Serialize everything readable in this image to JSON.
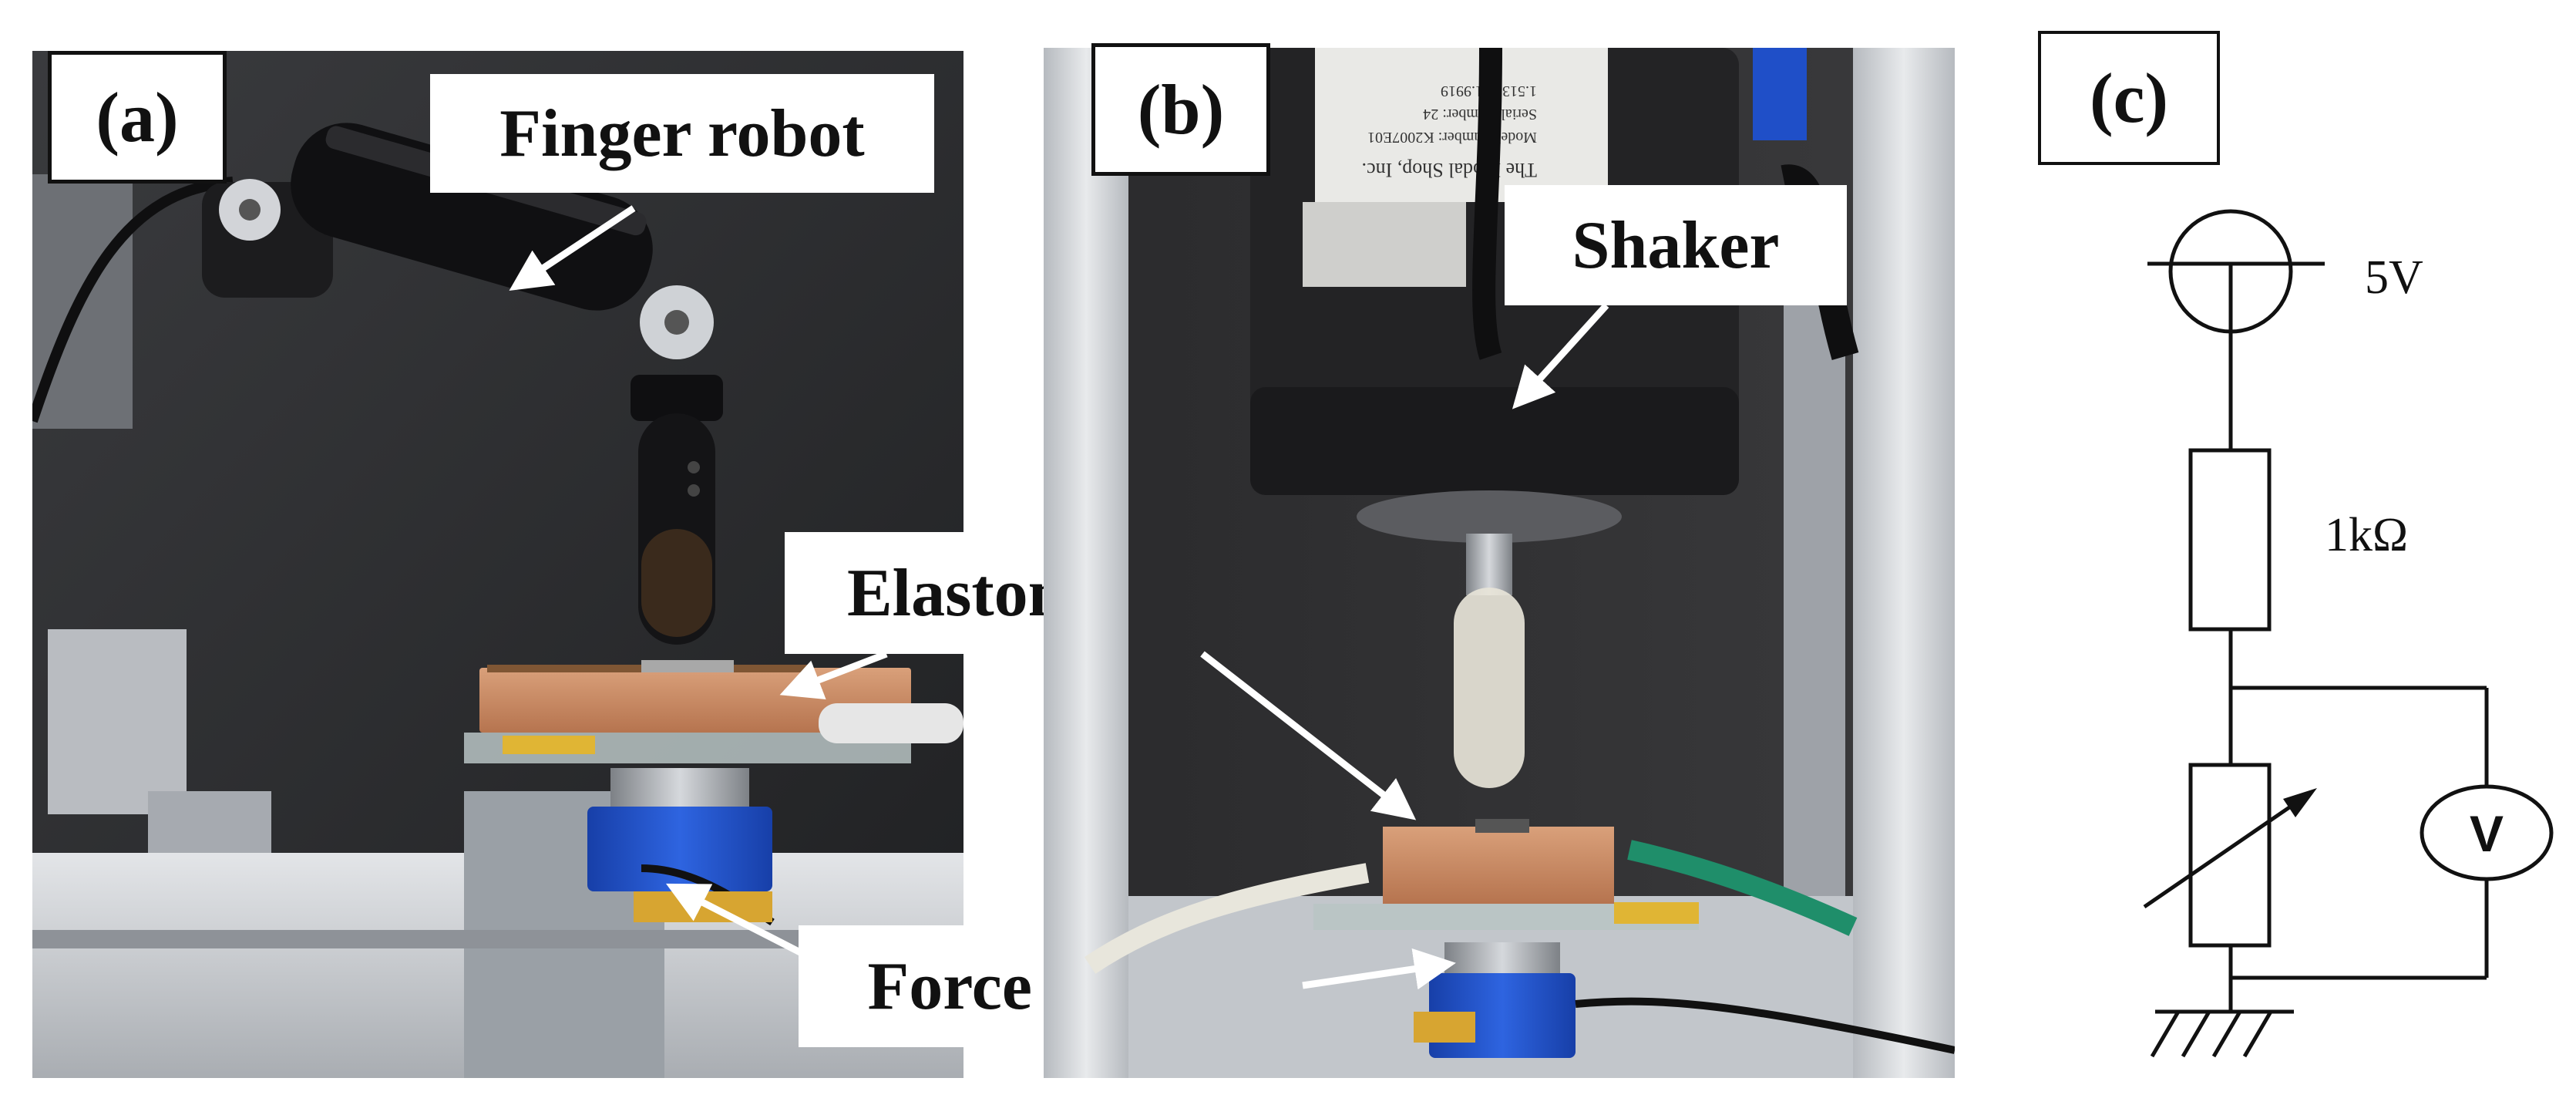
{
  "panels": {
    "a": {
      "label": "(a)",
      "callouts": {
        "finger_robot": "Finger robot",
        "elastomer_sensor": "Elastomer sensor",
        "force_sensor": "Force sensor"
      }
    },
    "b": {
      "label": "(b)",
      "callouts": {
        "shaker": "Shaker"
      },
      "device_text": [
        "The Modal Shop, Inc.",
        "Model Number: K2007E01",
        "Serial Number: 24",
        "1.513.351.9919"
      ]
    },
    "c": {
      "label": "(c)",
      "circuit": {
        "source_label": "5V",
        "resistor_label": "1kΩ",
        "meter_label": "V"
      }
    }
  },
  "colors": {
    "background_dark": "#2b2b2d",
    "aluminum": "#c9ccd0",
    "copper": "#c98a62",
    "kapton": "#d7a531",
    "sensor_blue": "#1f4fc8",
    "line": "#111111"
  }
}
